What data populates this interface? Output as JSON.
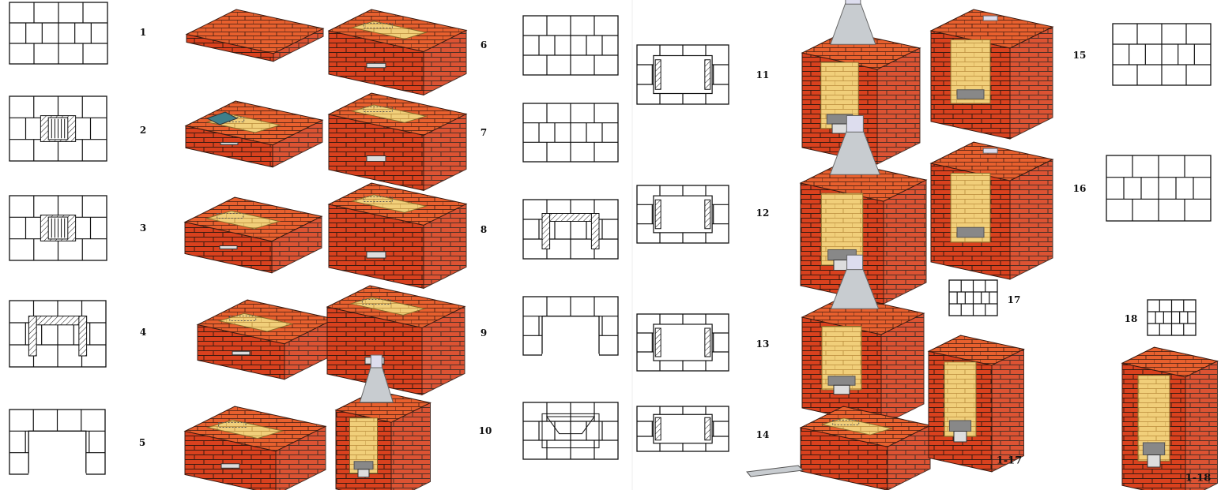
{
  "steps": [
    {
      "label": "1"
    },
    {
      "label": "2"
    },
    {
      "label": "3"
    },
    {
      "label": "4"
    },
    {
      "label": "5"
    },
    {
      "label": "6"
    },
    {
      "label": "7"
    },
    {
      "label": "8"
    },
    {
      "label": "9"
    },
    {
      "label": "10"
    },
    {
      "label": "11"
    },
    {
      "label": "12"
    },
    {
      "label": "13"
    },
    {
      "label": "14"
    },
    {
      "label": "15"
    },
    {
      "label": "16"
    },
    {
      "label": "17"
    },
    {
      "label": "18"
    }
  ],
  "final_views": [
    {
      "label": "1-17"
    },
    {
      "label": "1-18"
    }
  ],
  "colors": {
    "brick": "#d9411e",
    "brick_top": "#e8602e",
    "mortar": "#3a1a10",
    "firebrick": "#f1cf7a",
    "firebrick_dark": "#d9ac55",
    "steel": "#c8ccd0",
    "grate": "#555",
    "ash": "#3f7f8a",
    "line": "#111"
  }
}
